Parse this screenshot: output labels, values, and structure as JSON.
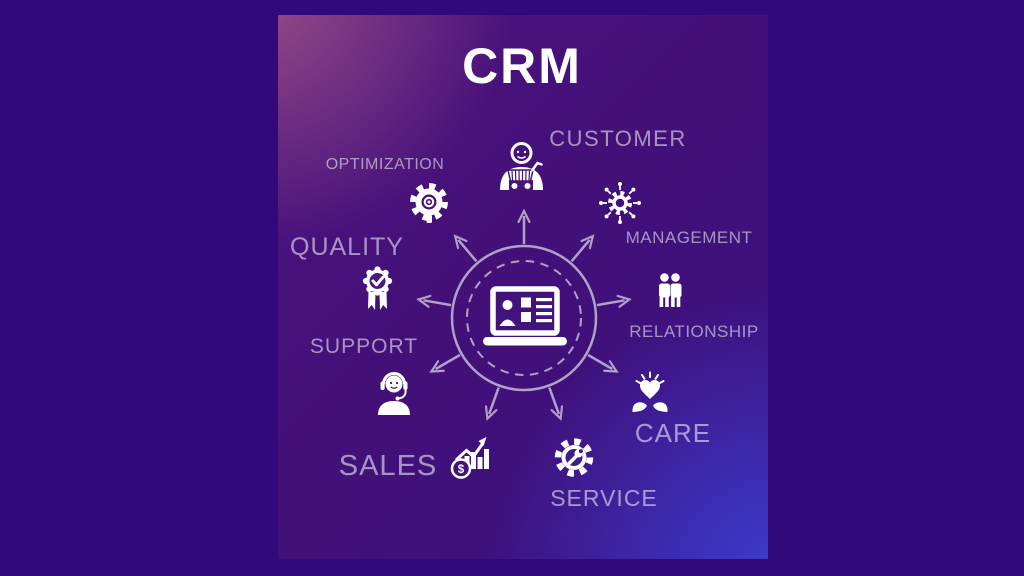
{
  "title": "CRM",
  "concepts": {
    "customer": {
      "label": "CUSTOMER",
      "icon": "shopper-person-cart-icon"
    },
    "optimization": {
      "label": "OPTIMIZATION",
      "icon": "gear-eye-icon"
    },
    "management": {
      "label": "MANAGEMENT",
      "icon": "gear-network-icon"
    },
    "quality": {
      "label": "QUALITY",
      "icon": "award-ribbon-check-icon"
    },
    "relationship": {
      "label": "RELATIONSHIP",
      "icon": "two-people-icon"
    },
    "support": {
      "label": "SUPPORT",
      "icon": "support-agent-headset-icon"
    },
    "care": {
      "label": "CARE",
      "icon": "hands-holding-heart-icon"
    },
    "sales": {
      "label": "SALES",
      "icon": "growth-chart-dollar-icon"
    },
    "service": {
      "label": "SERVICE",
      "icon": "gear-wrench-icon"
    }
  },
  "hub": {
    "icon": "laptop-crm-dashboard-icon",
    "arrow_count": 9
  },
  "colors": {
    "page_background": "#31097a",
    "panel_top_left": "#8b4f85",
    "panel_base": "#421078",
    "panel_bottom_right": "#3c3ec9",
    "title_text": "#ffffff",
    "label_text": "#9d92c2",
    "icon": "#ffffff",
    "hub_outline": "#b0a4d6"
  }
}
